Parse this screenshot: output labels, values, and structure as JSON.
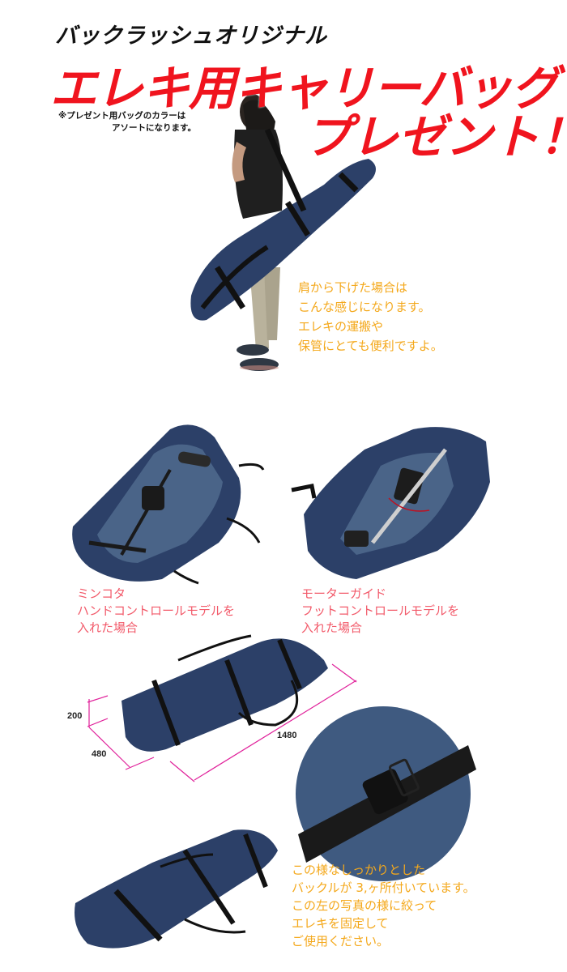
{
  "header": {
    "subtitle": "バックラッシュオリジナル",
    "title_line1": "エレキ用キャリーバッグ",
    "title_line2": "プレゼント！",
    "note_line1": "※プレゼント用バッグのカラーは",
    "note_line2": "アソートになります。"
  },
  "section_shoulder": {
    "lines": [
      "肩から下げた場合は",
      "こんな感じになります。",
      "エレキの運搬や",
      "保管にとても便利ですよ。"
    ]
  },
  "section_examples": {
    "left_caption": [
      "ミンコタ",
      "ハンドコントロールモデルを",
      "入れた場合"
    ],
    "right_caption": [
      "モーターガイド",
      "フットコントロールモデルを",
      "入れた場合"
    ]
  },
  "section_dimensions": {
    "height": "200",
    "width": "480",
    "length": "1480"
  },
  "section_buckle": {
    "lines": [
      "この様なしっかりとした",
      "バックルが 3,ヶ所付いています。",
      "この左の写真の様に絞って",
      "エレキを固定して",
      "ご使用ください。"
    ]
  },
  "colors": {
    "title_red": "#f0141e",
    "caption_orange": "#f4a81b",
    "caption_pink": "#f25a6a",
    "dimension_magenta": "#e0209a",
    "bag_navy": "#2c4068"
  }
}
